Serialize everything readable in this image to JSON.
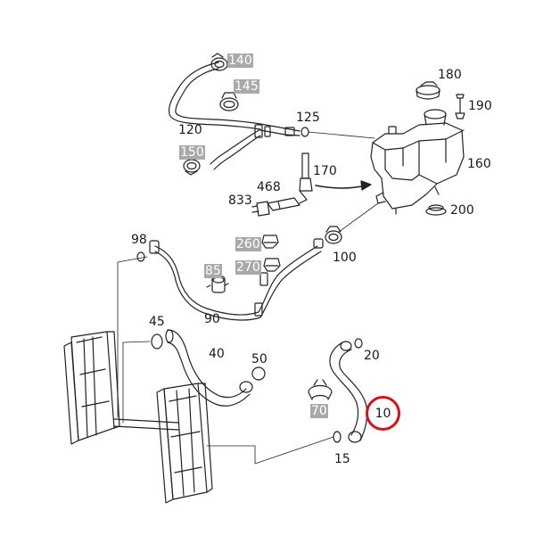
{
  "labels": {
    "p140": "140",
    "p145": "145",
    "p120": "120",
    "p150": "150",
    "p125": "125",
    "p180": "180",
    "p190": "190",
    "p160": "160",
    "p170": "170",
    "p468": "468",
    "p833": "833",
    "p200": "200",
    "p98": "98",
    "p260": "260",
    "p270": "270",
    "p100": "100",
    "p85": "85",
    "p90": "90",
    "p45": "45",
    "p40": "40",
    "p50": "50",
    "p20": "20",
    "p70": "70",
    "p10": "10",
    "p15": "15"
  },
  "colors": {
    "line": "#1a1a1a",
    "highlight": "#a9a9a9",
    "callout": "#d41318"
  }
}
